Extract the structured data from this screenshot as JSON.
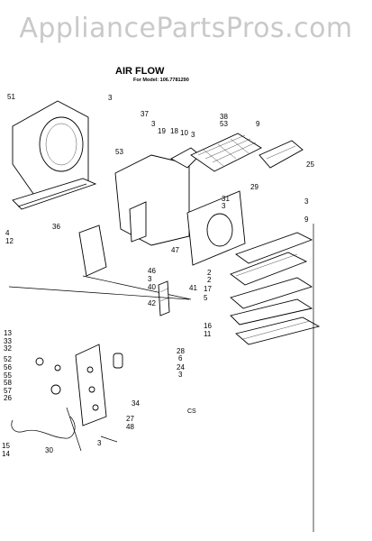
{
  "watermark": "AppliancePartsPros.com",
  "title": "AIR FLOW",
  "subtitle": "For Model: 106.7781290",
  "footer_code": "CS",
  "callouts": [
    "51",
    "3",
    "37",
    "3",
    "19",
    "18",
    "10",
    "3",
    "53",
    "38",
    "53",
    "9",
    "25",
    "36",
    "4",
    "12",
    "29",
    "31",
    "3",
    "3",
    "9",
    "47",
    "46",
    "3",
    "40",
    "42",
    "2",
    "2",
    "17",
    "5",
    "41",
    "16",
    "11",
    "13",
    "33",
    "32",
    "52",
    "56",
    "55",
    "58",
    "57",
    "26",
    "28",
    "6",
    "24",
    "3",
    "34",
    "27",
    "48",
    "3",
    "30",
    "15",
    "14"
  ]
}
